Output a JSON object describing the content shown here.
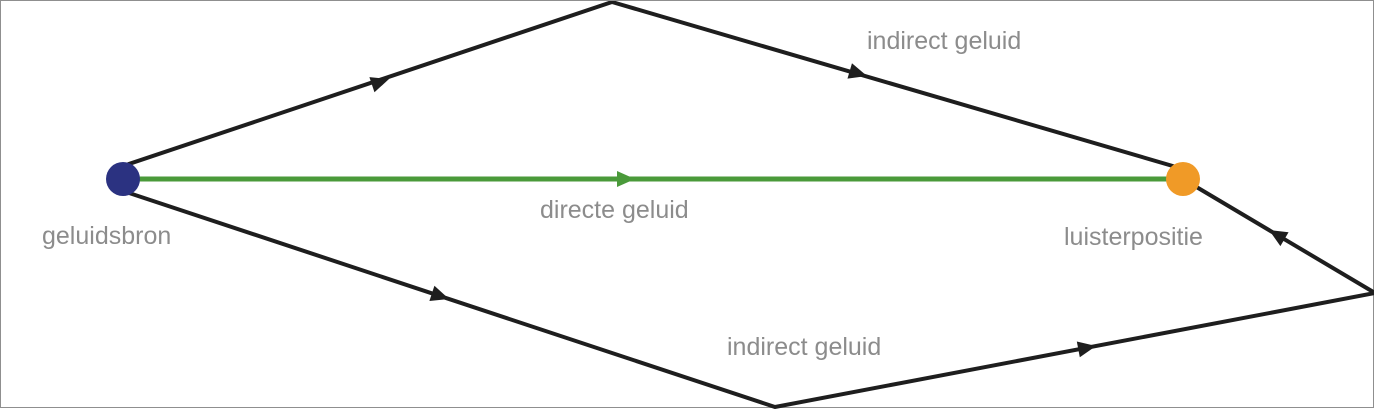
{
  "diagram": {
    "labels": {
      "source": "geluidsbron",
      "listener": "luisterpositie",
      "direct": "directe geluid",
      "indirect_top": "indirect geluid",
      "indirect_bottom": "indirect geluid"
    },
    "nodes": {
      "source": {
        "color": "#2b3281"
      },
      "listener": {
        "color": "#f09a27"
      }
    },
    "paths": {
      "direct": {
        "color": "#4a9a3a"
      },
      "indirect": {
        "color": "#1e1e1e"
      }
    }
  }
}
